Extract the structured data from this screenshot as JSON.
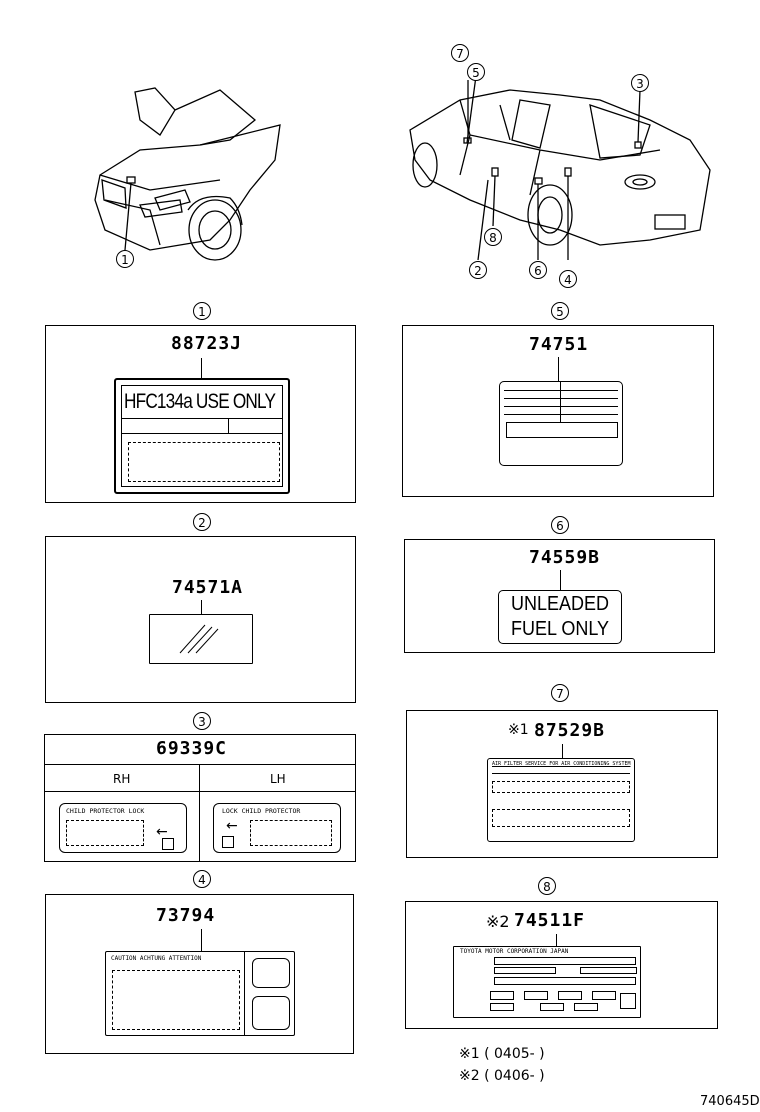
{
  "callouts": {
    "front_car": [
      "1"
    ],
    "rear_car": [
      "7",
      "5",
      "3",
      "8",
      "2",
      "6",
      "4"
    ]
  },
  "panels": {
    "p1": {
      "index": "1",
      "part_no": "88723J",
      "label_main": "HFC134a USE ONLY"
    },
    "p2": {
      "index": "2",
      "part_no": "74571A"
    },
    "p3": {
      "index": "3",
      "part_no": "69339C",
      "col_left": "RH",
      "col_right": "LH",
      "rh_label": "CHILD PROTECTOR LOCK",
      "lh_label": "LOCK CHILD PROTECTOR"
    },
    "p4": {
      "index": "4",
      "part_no": "73794",
      "warn_text": "CAUTION  ACHTUNG  ATTENTION"
    },
    "p5": {
      "index": "5",
      "part_no": "74751"
    },
    "p6": {
      "index": "6",
      "part_no": "74559B",
      "label_line1": "UNLEADED",
      "label_line2": "FUEL ONLY"
    },
    "p7": {
      "index": "7",
      "part_no_prefix": "※1",
      "part_no": "87529B",
      "label_header": "AIR FILTER SERVICE FOR AIR CONDITIONING SYSTEM"
    },
    "p8": {
      "index": "8",
      "part_no_prefix": "※2",
      "part_no": "74511F",
      "label_header": "TOYOTA  MOTOR  CORPORATION    JAPAN"
    }
  },
  "notes": [
    {
      "mark": "※1",
      "range": "( 0405-      )"
    },
    {
      "mark": "※2",
      "range": "( 0406-      )"
    }
  ],
  "figure_id": "740645D"
}
